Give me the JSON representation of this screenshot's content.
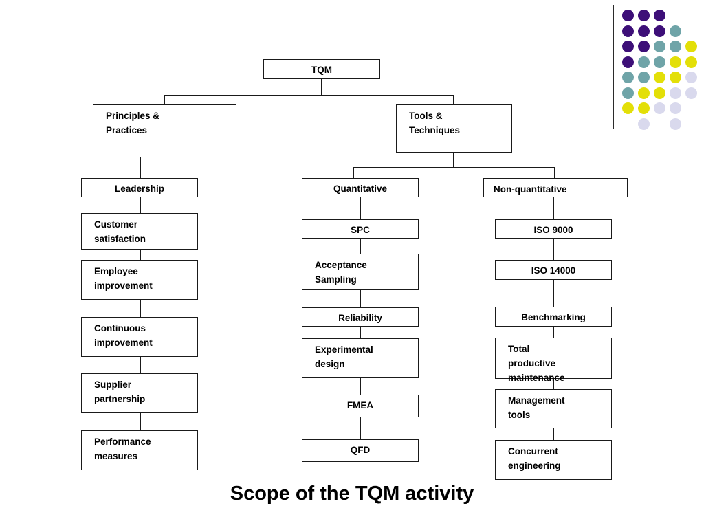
{
  "caption": "Scope of the TQM activity",
  "diagram": {
    "type": "tree",
    "root": {
      "id": "tqm",
      "label": "TQM"
    },
    "branches": [
      {
        "id": "principles",
        "label": "Principles &\nPractices",
        "children": [
          {
            "id": "leadership",
            "label": "Leadership"
          },
          {
            "id": "customer-satisfaction",
            "label": "Customer\nsatisfaction"
          },
          {
            "id": "employee-improvement",
            "label": "Employee\nimprovement"
          },
          {
            "id": "continuous-improvement",
            "label": "Continuous\nimprovement"
          },
          {
            "id": "supplier-partnership",
            "label": "Supplier\npartnership"
          },
          {
            "id": "performance-measures",
            "label": "Performance\nmeasures"
          }
        ]
      },
      {
        "id": "tools",
        "label": "Tools &\nTechniques",
        "children": [
          {
            "id": "quantitative",
            "label": "Quantitative",
            "children": [
              {
                "id": "spc",
                "label": "SPC"
              },
              {
                "id": "acceptance-sampling",
                "label": "Acceptance\nSampling"
              },
              {
                "id": "reliability",
                "label": "Reliability"
              },
              {
                "id": "experimental-design",
                "label": "Experimental\ndesign"
              },
              {
                "id": "fmea",
                "label": "FMEA"
              },
              {
                "id": "qfd",
                "label": "QFD"
              }
            ]
          },
          {
            "id": "non-quantitative",
            "label": "Non-quantitative",
            "children": [
              {
                "id": "iso-9000",
                "label": "ISO 9000"
              },
              {
                "id": "iso-14000",
                "label": "ISO 14000"
              },
              {
                "id": "benchmarking",
                "label": "Benchmarking"
              },
              {
                "id": "total-productive-maintenance",
                "label": "Total\nproductive\nmaintenance"
              },
              {
                "id": "management-tools",
                "label": "Management\ntools"
              },
              {
                "id": "concurrent-engineering",
                "label": "Concurrent\nengineering"
              }
            ]
          }
        ]
      }
    ]
  },
  "decoration": {
    "name": "dot-grid-motif",
    "colors": {
      "purple": "#3D0F78",
      "teal": "#6FA4A8",
      "yellow": "#E3DF08",
      "lavender": "#D9D9ED",
      "rule": "#2B2B2B"
    }
  }
}
